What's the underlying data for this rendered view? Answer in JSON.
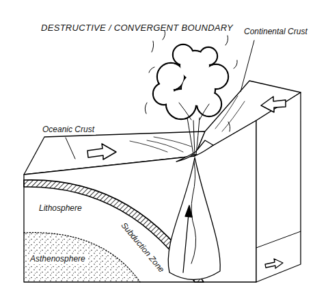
{
  "diagram": {
    "title": "DESTRUCTIVE / CONVERGENT BOUNDARY",
    "labels": [
      "Continental Crust",
      "Oceanic Crust",
      "Lithosphere",
      "Subduction Zone",
      "Asthenosphere"
    ]
  }
}
